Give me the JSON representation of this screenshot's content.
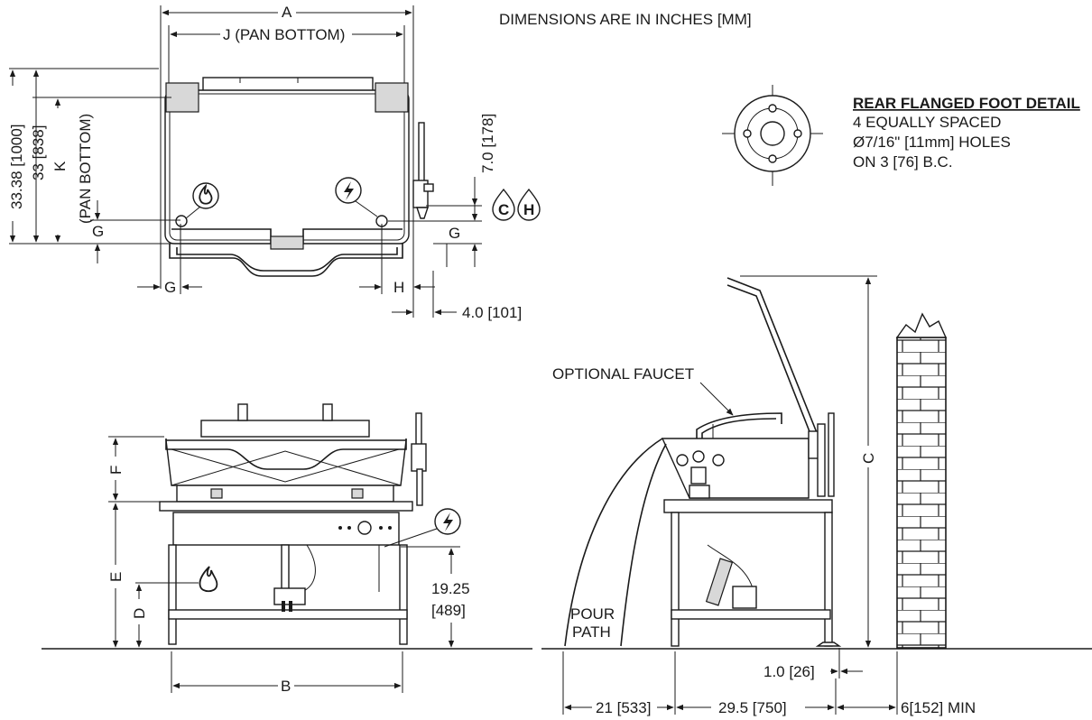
{
  "header": {
    "dimensions_note": "DIMENSIONS ARE IN INCHES [MM]"
  },
  "rear_foot": {
    "title": "REAR FLANGED FOOT DETAIL",
    "line1": "4 EQUALLY SPACED",
    "line2": "Ø7/16\" [11mm] HOLES",
    "line3": "ON 3 [76] B.C."
  },
  "top_view": {
    "dim_a": "A",
    "dim_j": "J (PAN BOTTOM)",
    "dim_overall_depth": "33.38 [1000]",
    "dim_depth": "33 [838]",
    "dim_k": "K",
    "dim_k_note": "(PAN BOTTOM)",
    "dim_g_left": "G",
    "dim_g_right": "G",
    "dim_g_bottom": "G",
    "dim_h": "H",
    "dim_faucet_height": "7.0 [178]",
    "dim_offset": "4.0 [101]",
    "symbol_cold": "C",
    "symbol_hot": "H"
  },
  "front_view": {
    "dim_f": "F",
    "dim_e": "E",
    "dim_d": "D",
    "dim_b": "B",
    "dim_elec_height_1": "19.25",
    "dim_elec_height_2": "[489]"
  },
  "side_view": {
    "optional_faucet": "OPTIONAL FAUCET",
    "pour": "POUR",
    "path": "PATH",
    "dim_c": "C",
    "dim_wall_gap": "1.0 [26]",
    "dim_pour_clear": "21 [533]",
    "dim_depth": "29.5 [750]",
    "dim_rear_clear": "6[152] MIN"
  }
}
